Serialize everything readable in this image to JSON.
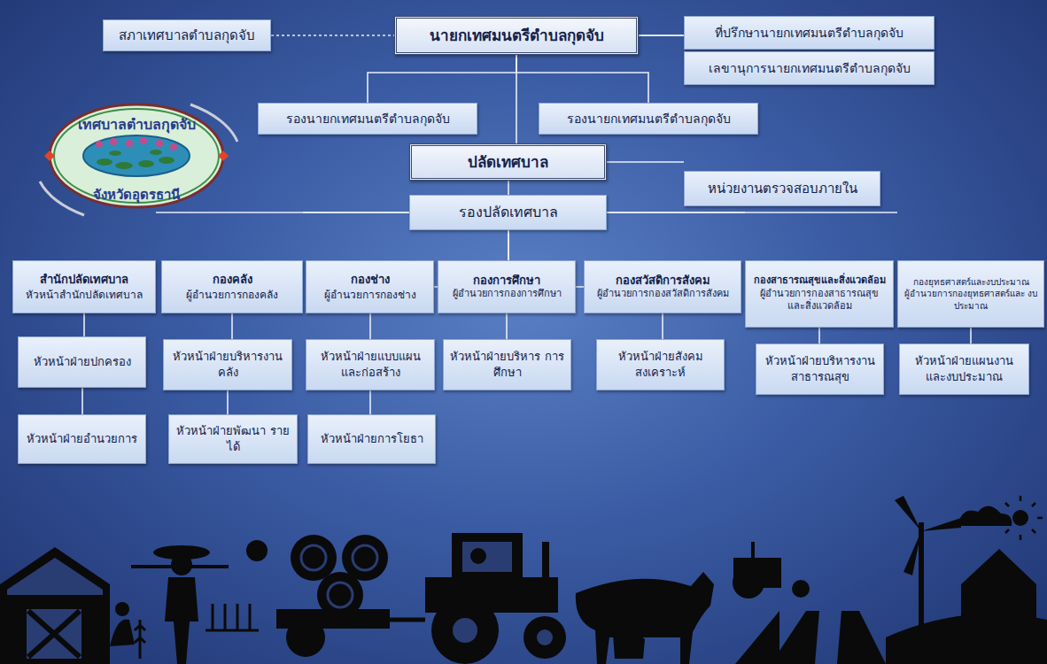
{
  "diagram": {
    "nodes": [
      {
        "text": [
          "สภาเทศบาลตำบลกุดจับ"
        ]
      },
      {
        "text": [
          "นายกเทศมนตรีตำบลกุดจับ"
        ]
      },
      {
        "text": [
          "ที่ปรึกษานายกเทศมนตรีตำบลกุดจับ"
        ]
      },
      {
        "text": [
          "เลขานุการนายกเทศมนตรีตำบลกุดจับ"
        ]
      },
      {
        "text": [
          "รองนายกเทศมนตรีตำบลกุดจับ"
        ]
      },
      {
        "text": [
          "รองนายกเทศมนตรีตำบลกุดจับ"
        ]
      },
      {
        "text": [
          "ปลัดเทศบาล"
        ]
      },
      {
        "text": [
          "หน่วยงานตรวจสอบภายใน"
        ]
      },
      {
        "text": [
          "รองปลัดเทศบาล"
        ]
      },
      {
        "text": [
          "สำนักปลัดเทศบาล",
          "หัวหน้าสำนักปลัดเทศบาล"
        ]
      },
      {
        "text": [
          "กองคลัง",
          "ผู้อำนวยการกองคลัง"
        ]
      },
      {
        "text": [
          "กองช่าง",
          "ผู้อำนวยการกองช่าง"
        ]
      },
      {
        "text": [
          "กองการศึกษา",
          "ผู้อำนวยการกองการศึกษา"
        ]
      },
      {
        "text": [
          "กองสวัสดิการสังคม",
          "ผู้อำนวยการกองสวัสดิการสังคม"
        ]
      },
      {
        "text": [
          "กองสาธารณสุขและสิ่งแวดล้อม",
          "ผู้อำนวยการกองสาธารณสุข และสิ่งแวดล้อม"
        ]
      },
      {
        "text": [
          "กองยุทธศาสตร์และงบประมาณ",
          "ผู้อำนวยการกองยุทธศาสตร์และ งบประมาณ"
        ]
      },
      {
        "text": [
          "หัวหน้าฝ่ายปกครอง"
        ]
      },
      {
        "text": [
          "หัวหน้าฝ่ายอำนวยการ"
        ]
      },
      {
        "text": [
          "หัวหน้าฝ่ายบริหารงาน คลัง"
        ]
      },
      {
        "text": [
          "หัวหน้าฝ่ายพัฒนา รายได้"
        ]
      },
      {
        "text": [
          "หัวหน้าฝ่ายแบบแผน และก่อสร้าง"
        ]
      },
      {
        "text": [
          "หัวหน้าฝ่ายการโยธา"
        ]
      },
      {
        "text": [
          "หัวหน้าฝ่ายบริหาร การศึกษา"
        ]
      },
      {
        "text": [
          "หัวหน้าฝ่ายสังคม สงเคราะห์"
        ]
      },
      {
        "text": [
          "หัวหน้าฝ่ายบริหารงาน สาธารณสุข"
        ]
      },
      {
        "text": [
          "หัวหน้าฝ่ายแผนงาน และงบประมาณ"
        ]
      }
    ],
    "edges": [
      {
        "from": 0,
        "to": 1,
        "arrow": "none"
      },
      {
        "from": 1,
        "to": 2,
        "arrow": "none"
      },
      {
        "from": 1,
        "to": 3,
        "arrow": "none"
      },
      {
        "from": 1,
        "to": 4,
        "arrow": "none"
      },
      {
        "from": 1,
        "to": 5,
        "arrow": "none"
      },
      {
        "from": 1,
        "to": 6,
        "arrow": "none"
      },
      {
        "from": 6,
        "to": 7,
        "arrow": "none"
      },
      {
        "from": 6,
        "to": 8,
        "arrow": "none"
      },
      {
        "from": 8,
        "to": 9,
        "arrow": "none"
      },
      {
        "from": 8,
        "to": 10,
        "arrow": "none"
      },
      {
        "from": 8,
        "to": 11,
        "arrow": "none"
      },
      {
        "from": 8,
        "to": 12,
        "arrow": "none"
      },
      {
        "from": 8,
        "to": 13,
        "arrow": "none"
      },
      {
        "from": 8,
        "to": 14,
        "arrow": "none"
      },
      {
        "from": 8,
        "to": 15,
        "arrow": "none"
      },
      {
        "from": 9,
        "to": 16,
        "arrow": "none"
      },
      {
        "from": 16,
        "to": 17,
        "arrow": "none"
      },
      {
        "from": 10,
        "to": 18,
        "arrow": "none"
      },
      {
        "from": 18,
        "to": 19,
        "arrow": "none"
      },
      {
        "from": 11,
        "to": 20,
        "arrow": "none"
      },
      {
        "from": 20,
        "to": 21,
        "arrow": "none"
      },
      {
        "from": 12,
        "to": 22,
        "arrow": "none"
      },
      {
        "from": 13,
        "to": 23,
        "arrow": "none"
      },
      {
        "from": 14,
        "to": 24,
        "arrow": "none"
      },
      {
        "from": 15,
        "to": 25,
        "arrow": "none"
      }
    ],
    "labels": [
      "เทศบาลตำบลกุดจับ",
      "จังหวัดอุดรธานี"
    ]
  }
}
